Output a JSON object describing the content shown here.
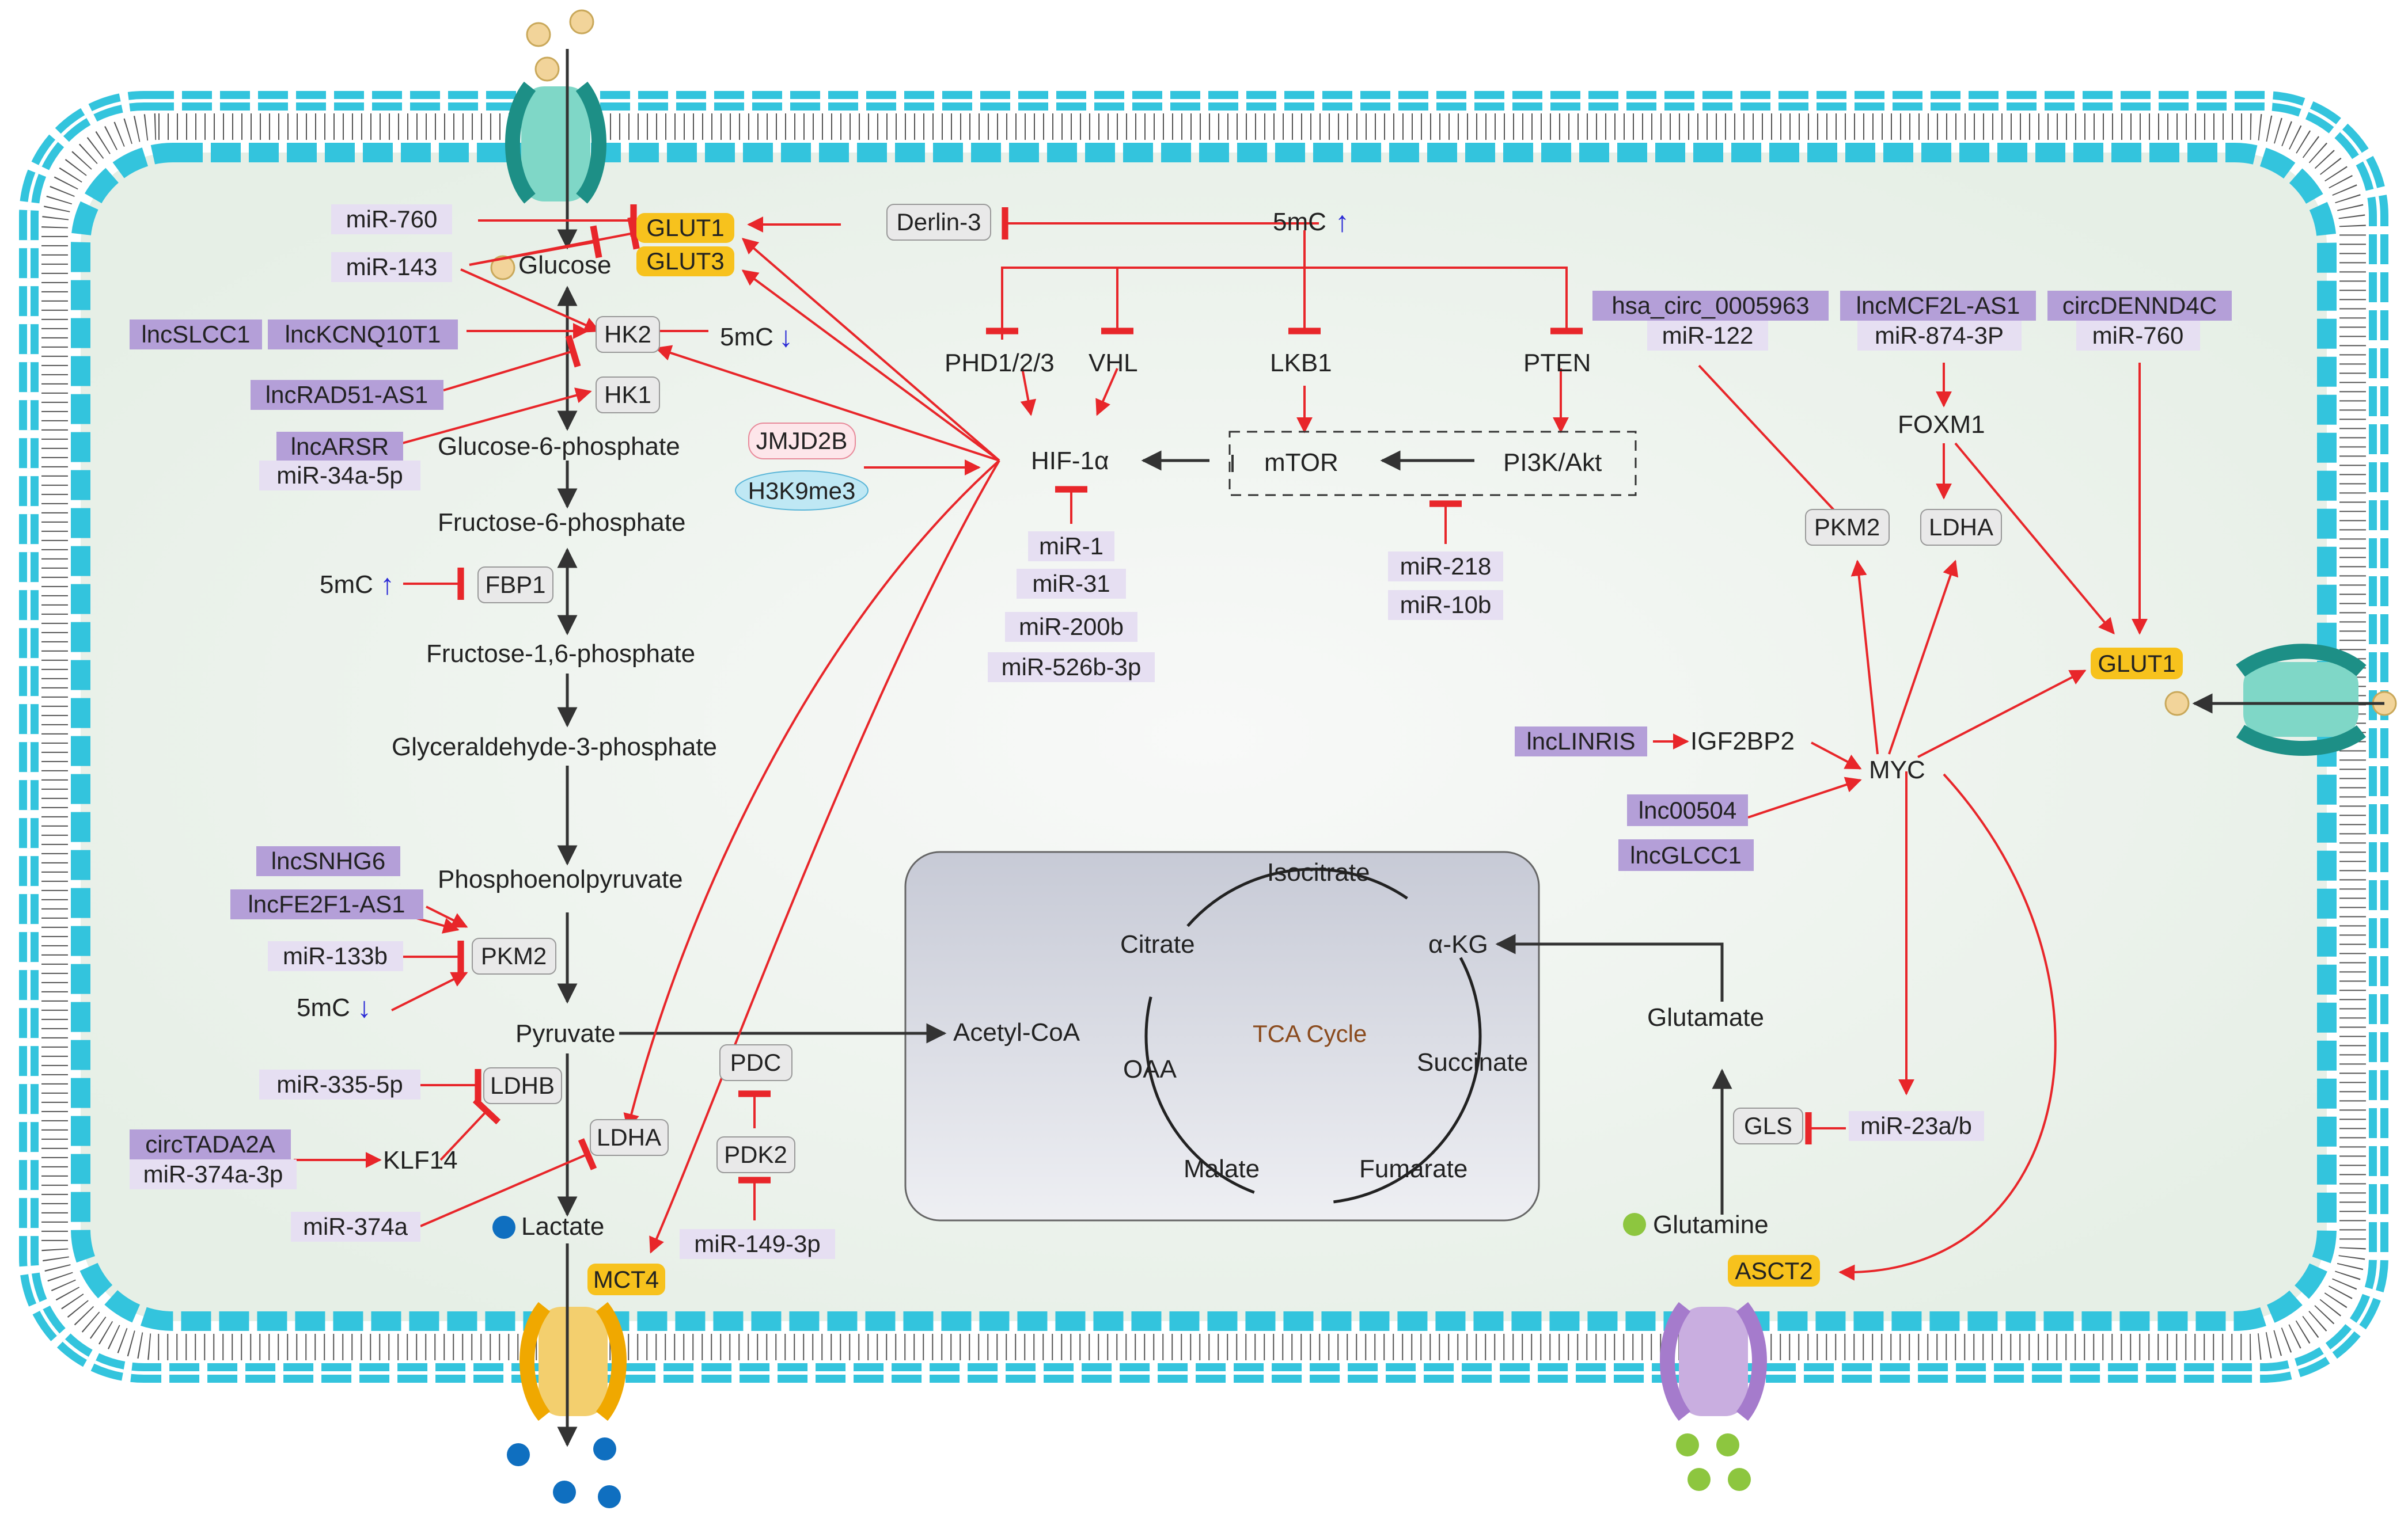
{
  "membrane_color": "#33c4dd",
  "cytoplasm_color": "#eef3ee",
  "activation_color": "#e8262a",
  "glycolysis_color": "#333333",
  "glycolysis": {
    "glucose": "Glucose",
    "g6p": "Glucose-6-phosphate",
    "f6p": "Fructose-6-phosphate",
    "f16bp": "Fructose-1,6-phosphate",
    "g3p": "Glyceraldehyde-3-phosphate",
    "pep": "Phosphoenolpyruvate",
    "pyruvate": "Pyruvate",
    "lactate": "Lactate"
  },
  "enzymes": {
    "hk2": "HK2",
    "hk1": "HK1",
    "fbp1": "FBP1",
    "pkm2": "PKM2",
    "ldhb": "LDHB",
    "ldha": "LDHA",
    "pdc": "PDC",
    "pdk2": "PDK2",
    "derlin3": "Derlin-3",
    "pkm2_right": "PKM2",
    "ldha_right": "LDHA",
    "gls": "GLS"
  },
  "transporters": {
    "glut1": "GLUT1",
    "glut3": "GLUT3",
    "mct4": "MCT4",
    "asct2": "ASCT2",
    "glut1_right": "GLUT1"
  },
  "ncrnas": {
    "mir760": "miR-760",
    "mir143": "miR-143",
    "lncslcc1": "lncSLCC1",
    "lnckcnq": "lncKCNQ10T1",
    "lncrad51": "lncRAD51-AS1",
    "lncarsr": "lncARSR",
    "mir34a": "miR-34a-5p",
    "lncsnhg6": "lncSNHG6",
    "lncfe2f1": "lncFE2F1-AS1",
    "mir133b": "miR-133b",
    "mir335": "miR-335-5p",
    "circtada2a": "circTADA2A",
    "mir374a3p": "miR-374a-3p",
    "mir374a": "miR-374a",
    "mir149": "miR-149-3p",
    "mir1": "miR-1",
    "mir31": "miR-31",
    "mir200b": "miR-200b",
    "mir526b": "miR-526b-3p",
    "mir218": "miR-218",
    "mir10b": "miR-10b",
    "hsacirc": "hsa_circ_0005963",
    "mir122": "miR-122",
    "lncmcf2l": "lncMCF2L-AS1",
    "mir874": "miR-874-3P",
    "circdennd4c": "circDENND4C",
    "mir760b": "miR-760",
    "lnclinris": "lncLINRIS",
    "lnc00504": "lnc00504",
    "lncglcc1": "lncGLCC1",
    "mir23ab": "miR-23a/b"
  },
  "histone": {
    "jmjd2b": "JMJD2B",
    "h3k9me3": "H3K9me3"
  },
  "methylation": {
    "top": "5mC",
    "hk2": "5mC",
    "fbp1": "5mC",
    "pkm2": "5mC"
  },
  "signaling": {
    "phd": "PHD1/2/3",
    "vhl": "VHL",
    "lkb1": "LKB1",
    "pten": "PTEN",
    "hif1a": "HIF-1α",
    "mtor": "mTOR",
    "pi3k": "PI3K/Akt",
    "foxm1": "FOXM1",
    "igf2bp2": "IGF2BP2",
    "myc": "MYC"
  },
  "tca": {
    "title": "TCA Cycle",
    "isocitrate": "Isocitrate",
    "citrate": "Citrate",
    "akg": "α-KG",
    "succinate": "Succinate",
    "fumarate": "Fumarate",
    "malate": "Malate",
    "oaa": "OAA",
    "acetylcoa": "Acetyl-CoA"
  },
  "glutamine": {
    "glutamine": "Glutamine",
    "glutamate": "Glutamate"
  }
}
